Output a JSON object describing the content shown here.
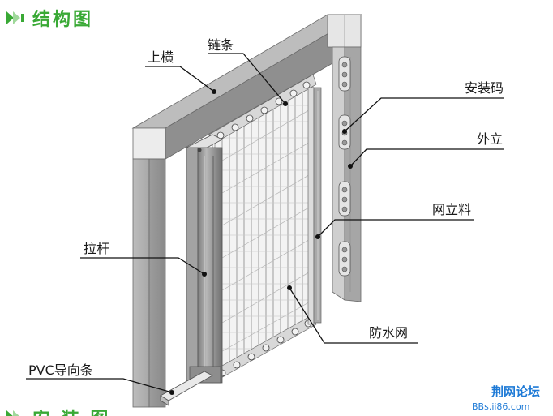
{
  "header": {
    "title": "结构图",
    "icon": "double-chevron-icon",
    "accent_color": "#39a935"
  },
  "labels": {
    "top_rail": "上横",
    "chain": "链条",
    "mount_clip": "安装码",
    "outer_post": "外立",
    "mesh_post": "网立料",
    "pull_bar": "拉杆",
    "screen_mesh": "防水网",
    "pvc_guide": "PVC导向条"
  },
  "watermark": {
    "line1": "荆网论坛",
    "line2": "BBs.ii86.com",
    "color": "#1e7ad6"
  },
  "footer": {
    "partial_text": "安 装 图"
  }
}
